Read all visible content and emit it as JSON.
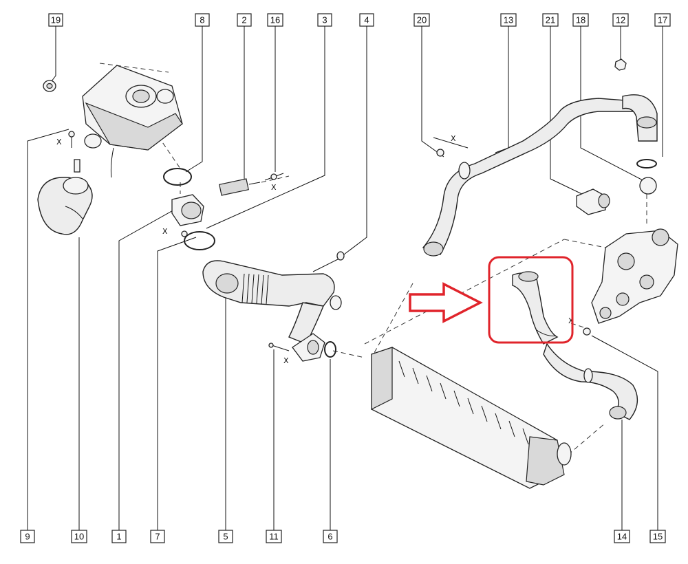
{
  "callouts": {
    "c19": "19",
    "c8": "8",
    "c2": "2",
    "c16": "16",
    "c3": "3",
    "c4": "4",
    "c20": "20",
    "c13": "13",
    "c21": "21",
    "c18": "18",
    "c12": "12",
    "c17": "17",
    "c9": "9",
    "c10": "10",
    "c1": "1",
    "c7": "7",
    "c5": "5",
    "c11": "11",
    "c6": "6",
    "c14": "14",
    "c15": "15"
  },
  "annotation": {
    "highlight_color": "#e0242b"
  }
}
